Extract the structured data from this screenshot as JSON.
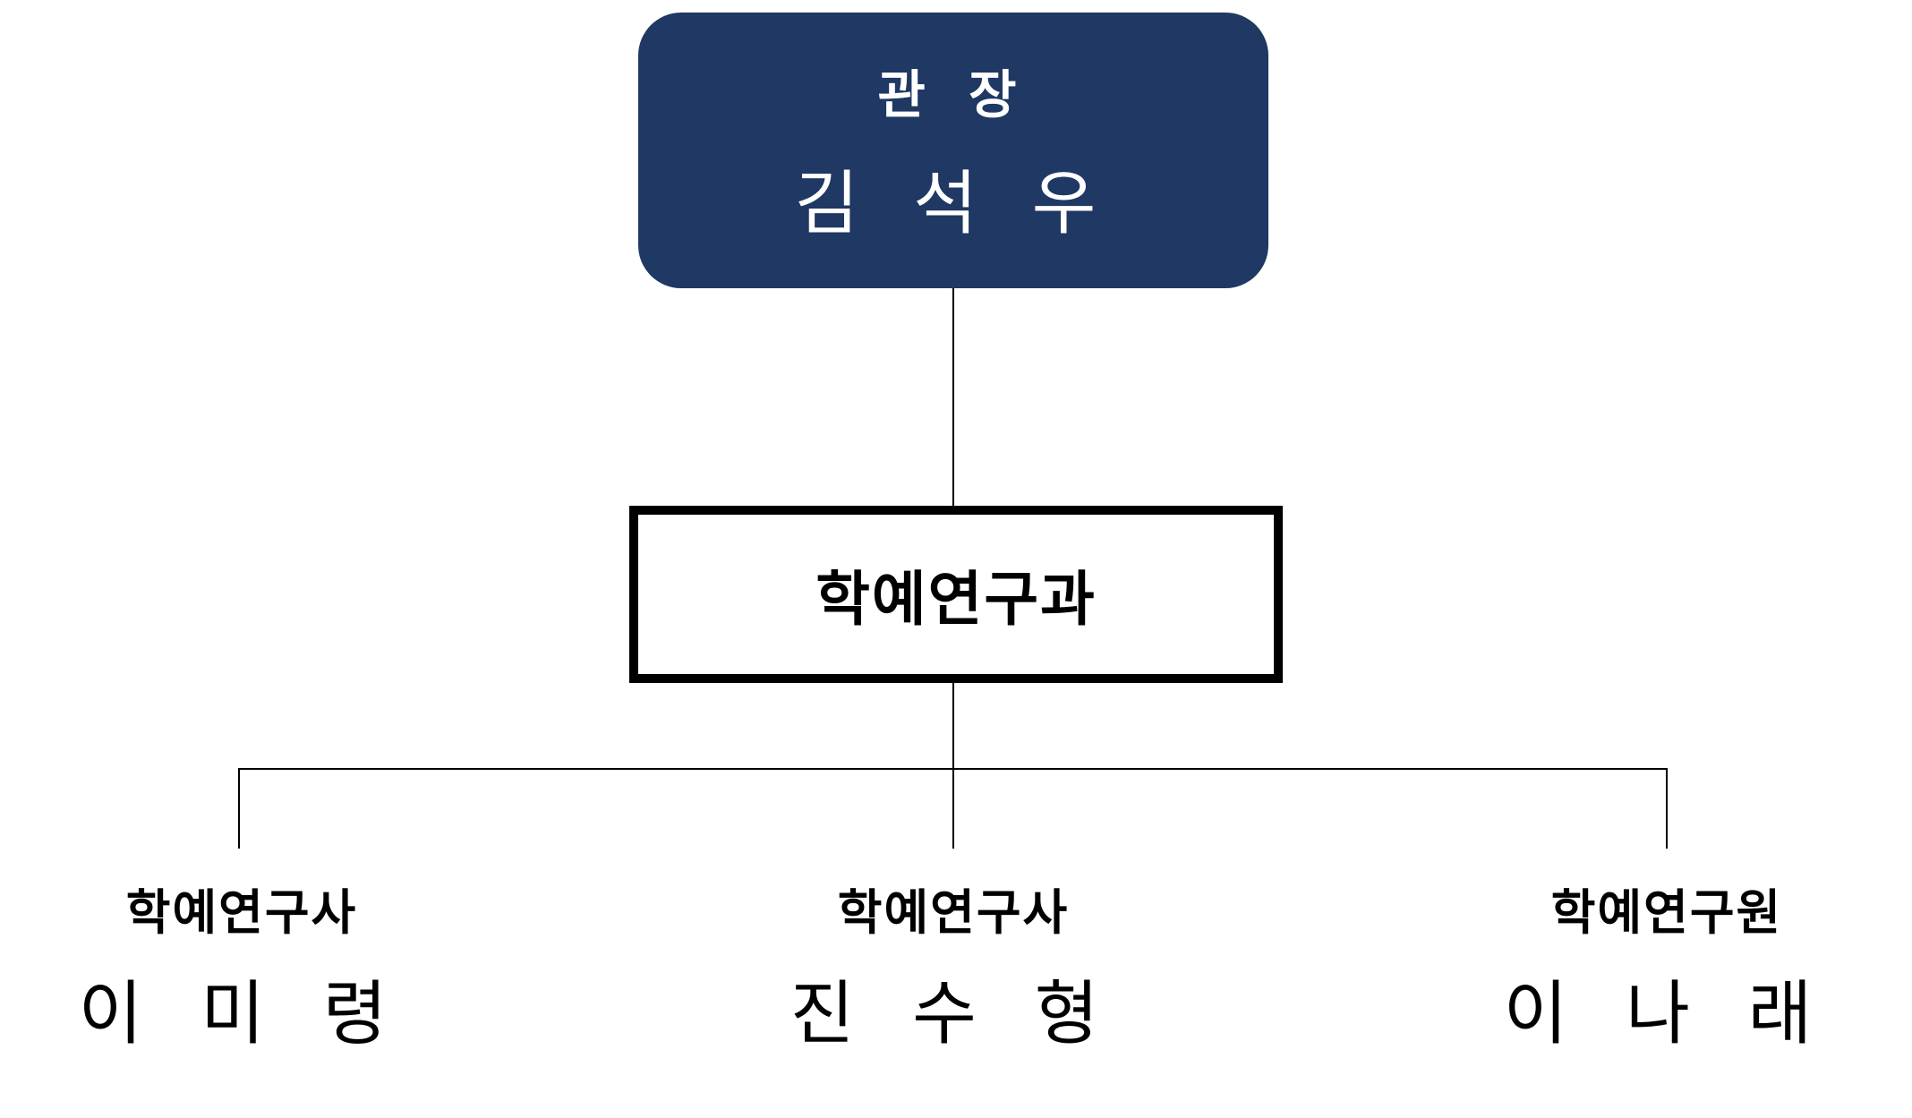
{
  "org_chart": {
    "director": {
      "title": "관 장",
      "name": "김 석 우"
    },
    "department": {
      "label": "학예연구과"
    },
    "members": [
      {
        "title": "학예연구사",
        "name": "이 미 령"
      },
      {
        "title": "학예연구사",
        "name": "진 수 형"
      },
      {
        "title": "학예연구원",
        "name": "이 나 래"
      }
    ]
  },
  "colors": {
    "director_bg": "#1f3864",
    "director_text": "#ffffff",
    "line": "#000000",
    "department_border": "#000000",
    "background": "#ffffff"
  }
}
